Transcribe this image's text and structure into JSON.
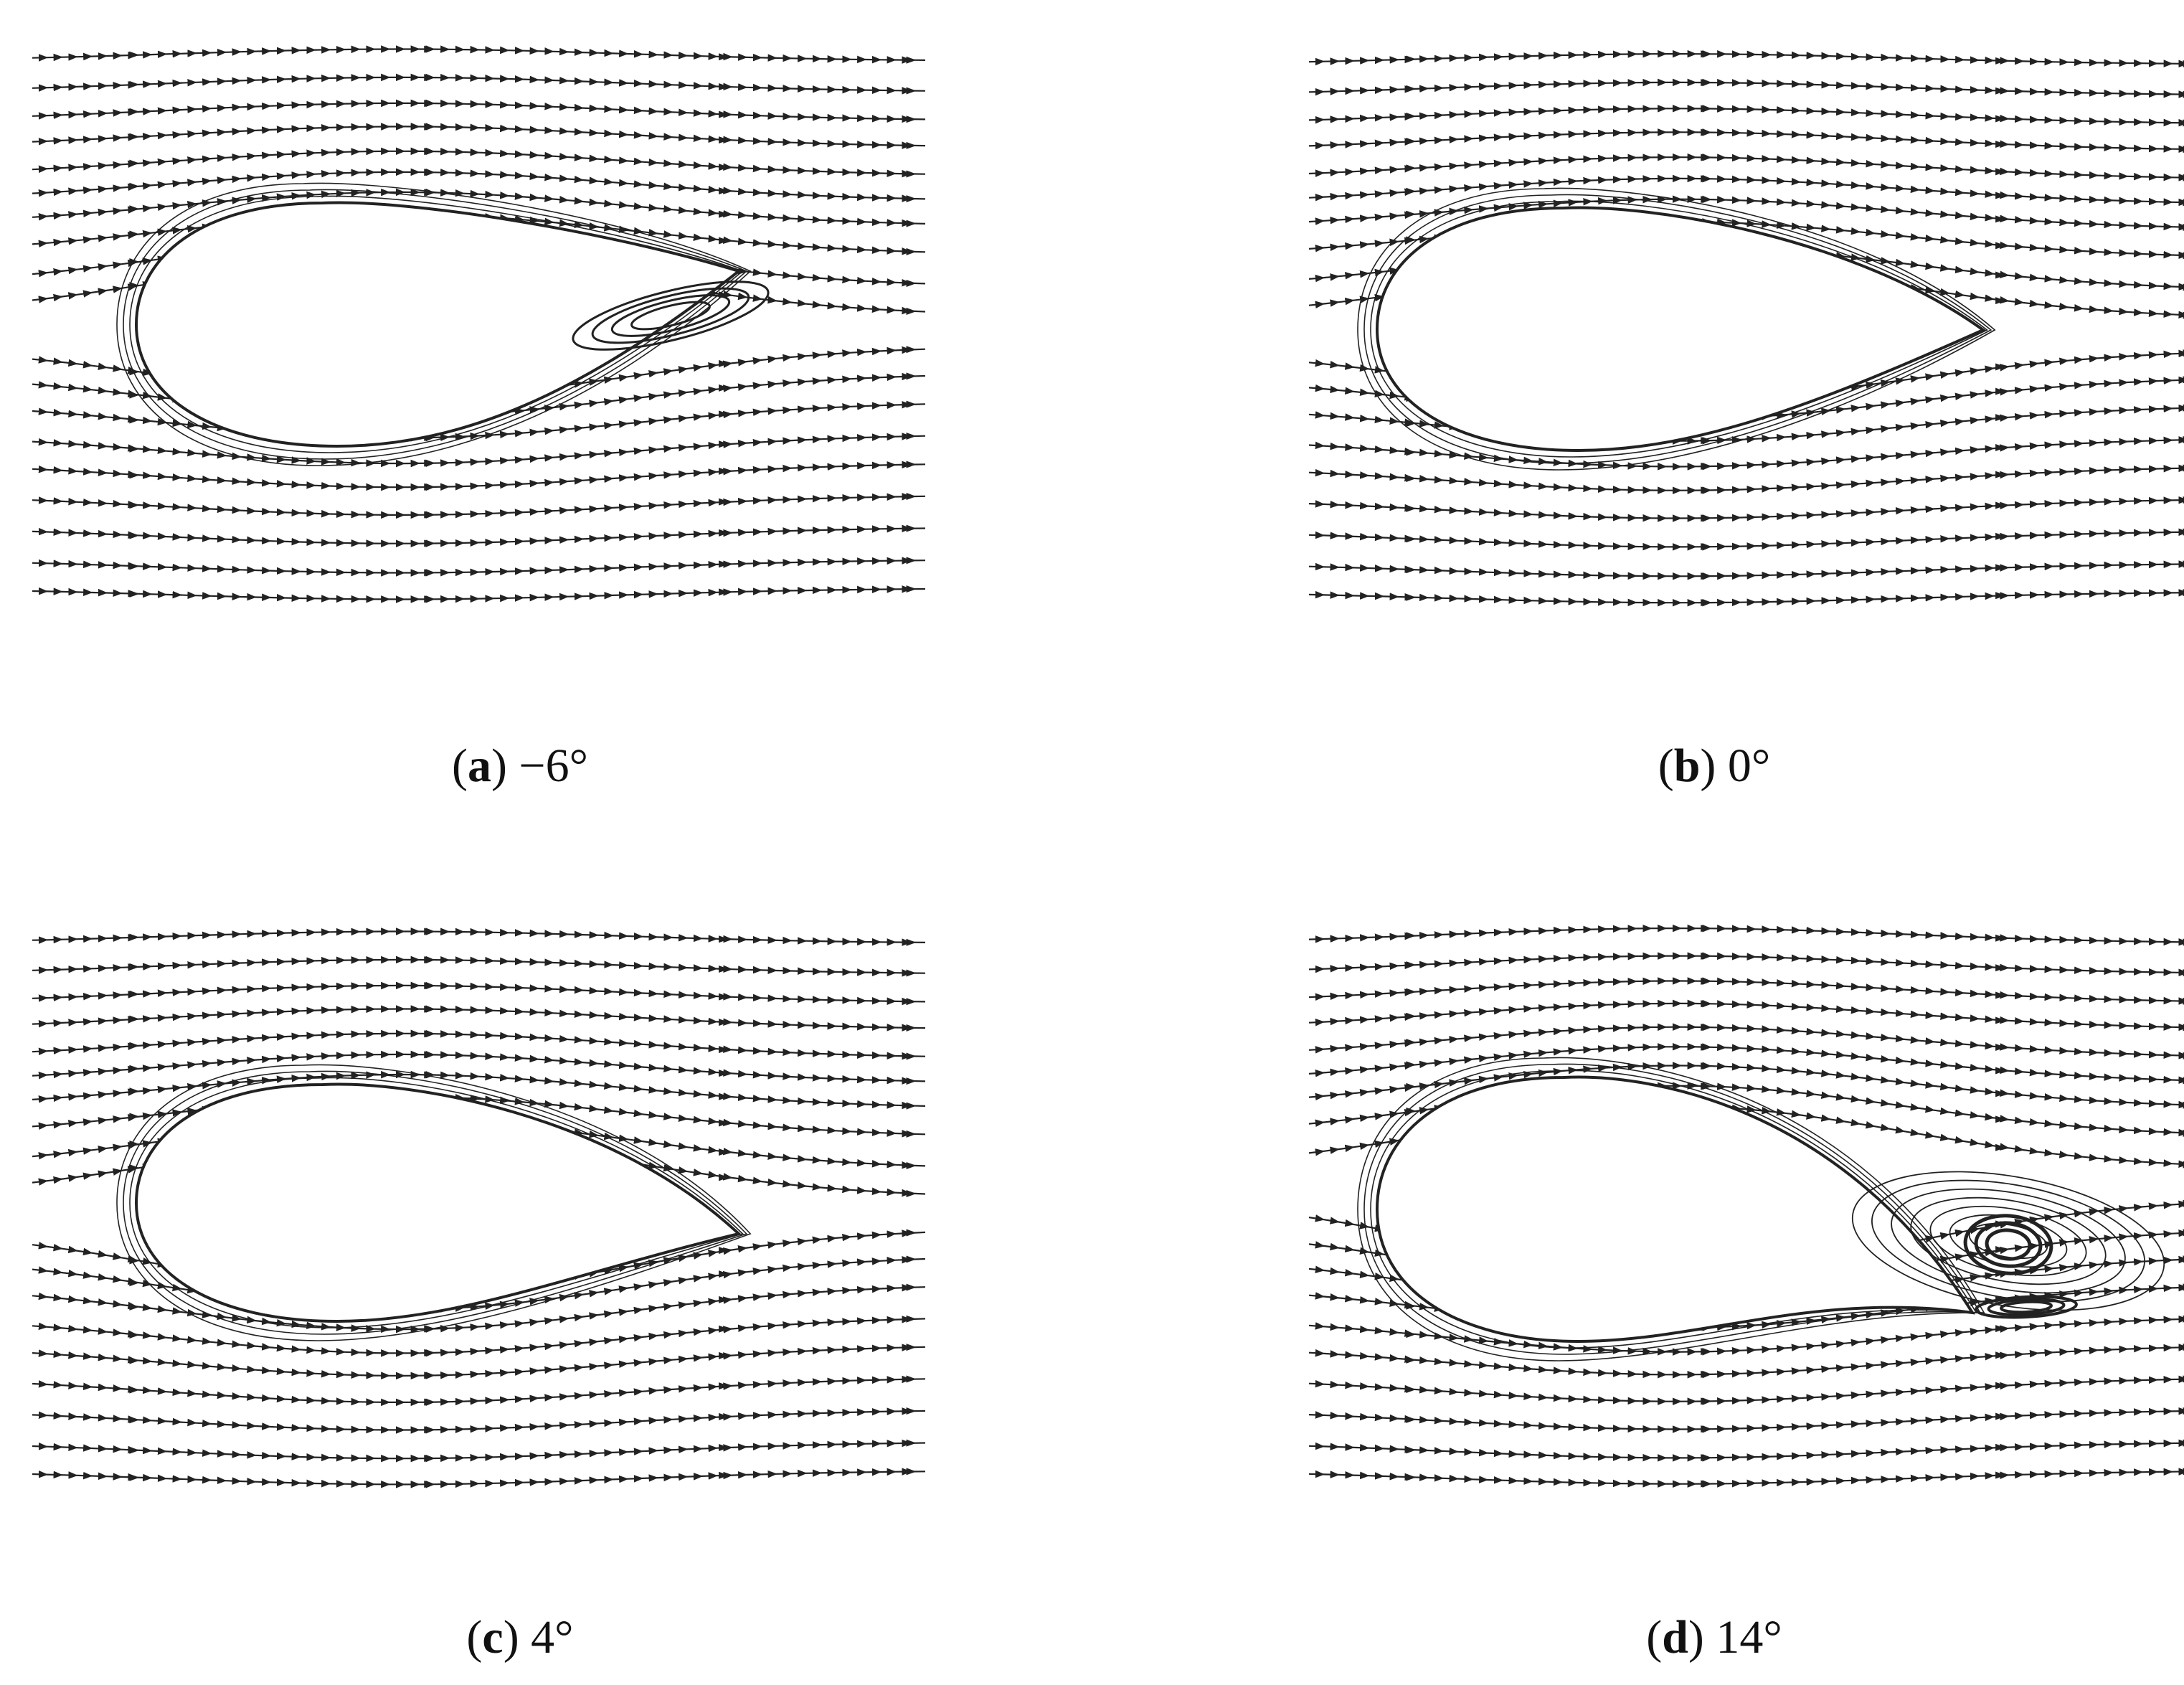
{
  "panels": [
    {
      "letter": "a",
      "angle": "−6°"
    },
    {
      "letter": "b",
      "angle": "0°"
    },
    {
      "letter": "c",
      "angle": "4°"
    },
    {
      "letter": "d",
      "angle": "14°"
    }
  ],
  "colors": {
    "stroke": "#222222",
    "background": "#ffffff"
  }
}
